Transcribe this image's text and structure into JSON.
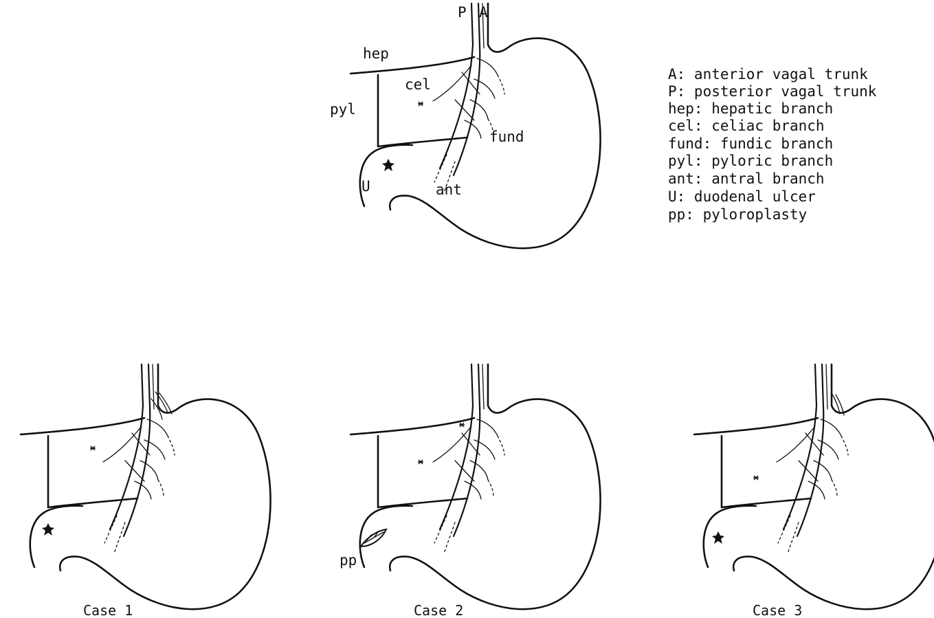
{
  "main_figure": {
    "labels": {
      "P": "P",
      "A": "A",
      "hep": "hep",
      "cel": "cel",
      "pyl": "pyl",
      "fund": "fund",
      "U": "U",
      "ant": "ant"
    }
  },
  "legend": [
    "A: anterior vagal trunk",
    "P: posterior vagal trunk",
    "hep: hepatic branch",
    "cel: celiac branch",
    "fund: fundic branch",
    "pyl: pyloric branch",
    "ant: antral branch",
    "U: duodenal ulcer",
    "pp: pyloroplasty"
  ],
  "cases": [
    {
      "caption": "Case 1"
    },
    {
      "caption": "Case 2",
      "label": "pp"
    },
    {
      "caption": "Case 3"
    }
  ]
}
